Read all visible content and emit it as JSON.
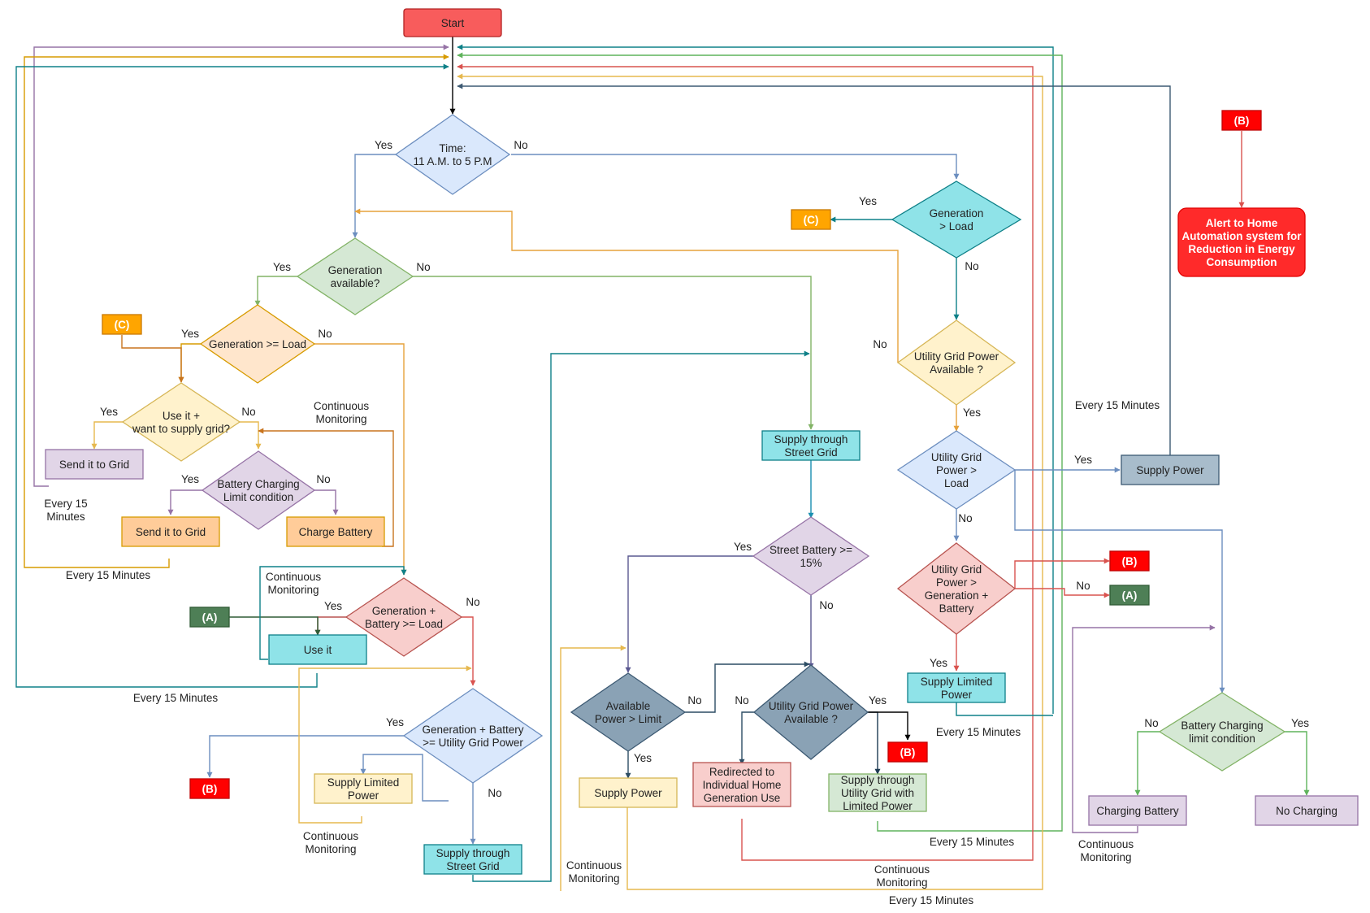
{
  "nodes": {
    "start": "Start",
    "time": [
      "Time:",
      "11 A.M. to 5 P.M"
    ],
    "gen_avail": [
      "Generation",
      "available?"
    ],
    "gen_ge_load": [
      "Generation >= Load"
    ],
    "use_supply": [
      "Use it +",
      "want to supply grid?"
    ],
    "send_grid_1": [
      "Send it to Grid"
    ],
    "batt_limit_1": [
      "Battery Charging",
      "Limit condition"
    ],
    "send_grid_2": [
      "Send it to Grid"
    ],
    "charge_batt": [
      "Charge Battery"
    ],
    "gen_batt_load": [
      "Generation +",
      "Battery >= Load"
    ],
    "use_it": [
      "Use it"
    ],
    "gen_batt_ugp": [
      "Generation + Battery",
      ">= Utility Grid Power"
    ],
    "supply_limited_1": [
      "Supply Limited",
      "Power"
    ],
    "supply_street_1": [
      "Supply through",
      "Street Grid"
    ],
    "supply_street_2": [
      "Supply through",
      "Street Grid"
    ],
    "street_batt": [
      "Street Battery >=",
      "15%"
    ],
    "avail_power": [
      "Available",
      "Power > Limit"
    ],
    "supply_power_1": [
      "Supply Power"
    ],
    "ugp_avail_2": [
      "Utility Grid Power",
      "Available ?"
    ],
    "redirect": [
      "Redirected to",
      "Individual Home",
      "Generation Use"
    ],
    "supply_ug_limited": [
      "Supply through",
      "Utility Grid with",
      "Limited Power"
    ],
    "gen_gt_load": [
      "Generation",
      ">  Load"
    ],
    "ugp_avail_1": [
      "Utility Grid Power",
      "Available ?"
    ],
    "ugp_load": [
      "Utility Grid",
      "Power >",
      "Load"
    ],
    "supply_power_2": [
      "Supply Power"
    ],
    "ugp_gen_batt": [
      "Utility Grid",
      "Power >",
      "Generation +",
      "Battery"
    ],
    "supply_limited_2": [
      "Supply Limited",
      "Power"
    ],
    "batt_limit_2": [
      "Battery Charging",
      "limit condition"
    ],
    "charging_batt": [
      "Charging Battery"
    ],
    "no_charging": [
      "No Charging"
    ],
    "alert": [
      "Alert to Home",
      "Automation system for",
      "Reduction in Energy",
      "Consumption"
    ],
    "conn_a": "(A)",
    "conn_b": "(B)",
    "conn_c": "(C)"
  },
  "labels": {
    "yes": "Yes",
    "no": "No",
    "continuous_monitoring": [
      "Continuous",
      "Monitoring"
    ],
    "every_15": "Every 15 Minutes",
    "every_15_split": [
      "Every 15",
      "Minutes"
    ]
  },
  "colors": {
    "start": "#f85c5c",
    "blue_fill": "#dae8fc",
    "blue_stroke": "#6c8ebf",
    "green_fill": "#d5e8d4",
    "green_stroke": "#82b366",
    "orange_fill": "#ffe6cc",
    "orange_stroke": "#d79b00",
    "yellow_fill": "#fff2cc",
    "yellow_stroke": "#d6b656",
    "purple_fill": "#e1d5e7",
    "purple_stroke": "#9673a6",
    "red_fill": "#f8cecc",
    "red_stroke": "#b85450",
    "cyan_fill": "#8fe3e8",
    "cyan_stroke": "#0e8088",
    "slate_fill": "#a8bccb",
    "slate_stroke": "#3d5a73",
    "conn_b": "#ff0000",
    "conn_c": "#ffa500",
    "conn_a": "#4e7f56"
  }
}
